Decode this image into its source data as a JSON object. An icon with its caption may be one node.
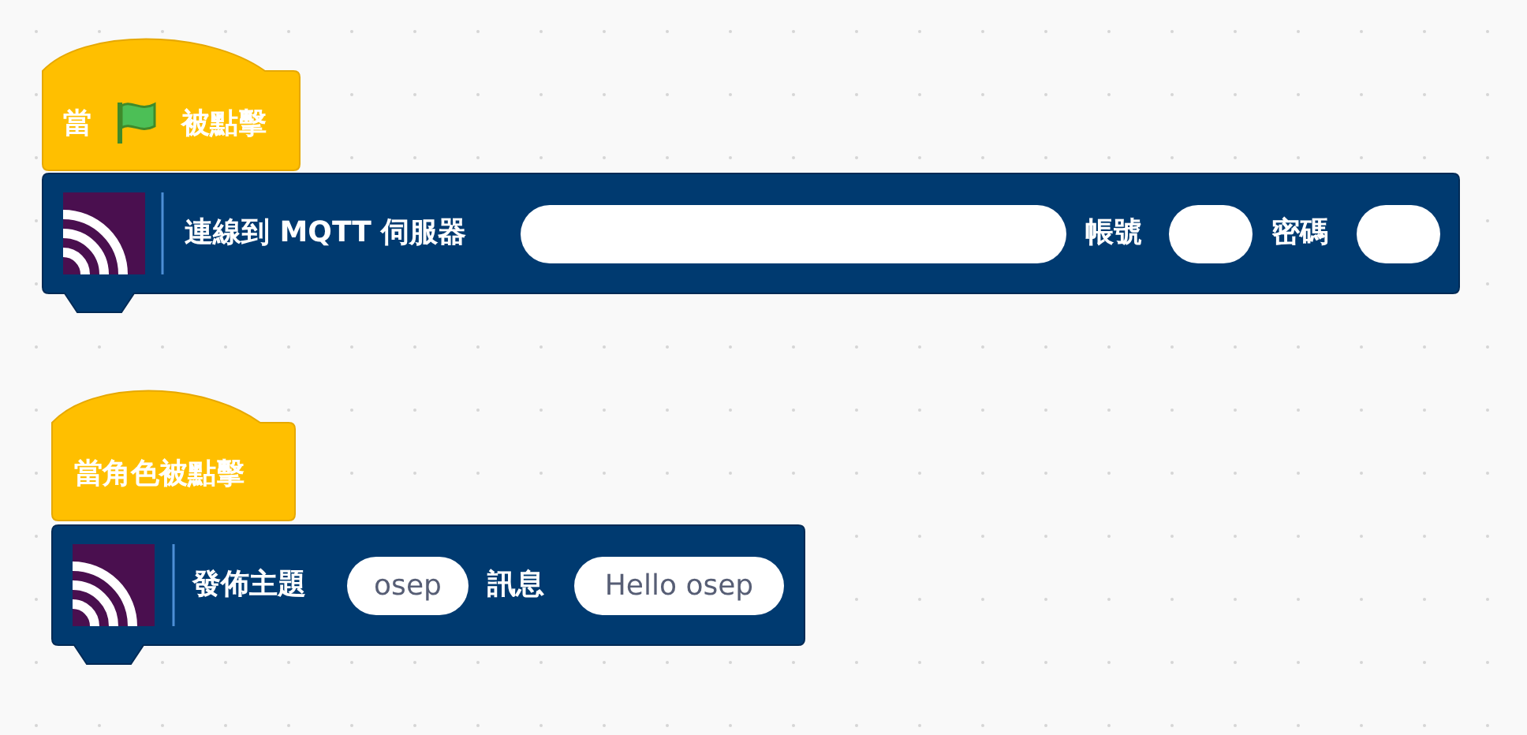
{
  "diagram": {
    "nodes": [
      {
        "text": [
          "當",
          "被點擊"
        ]
      },
      {
        "text": [
          "連線到 MQTT 伺服器",
          "帳號",
          "密碼"
        ]
      },
      {
        "text": [],
        "shape": "box",
        "in": 1
      },
      {
        "text": [],
        "shape": "box",
        "in": 1
      },
      {
        "text": [],
        "shape": "box",
        "in": 1
      },
      {
        "text": [
          "當角色被點擊"
        ]
      },
      {
        "text": [
          "發佈主題",
          "訊息"
        ]
      },
      {
        "text": [
          "osep"
        ],
        "in": 6
      },
      {
        "text": [
          "Hello osep"
        ],
        "in": 6
      }
    ]
  }
}
